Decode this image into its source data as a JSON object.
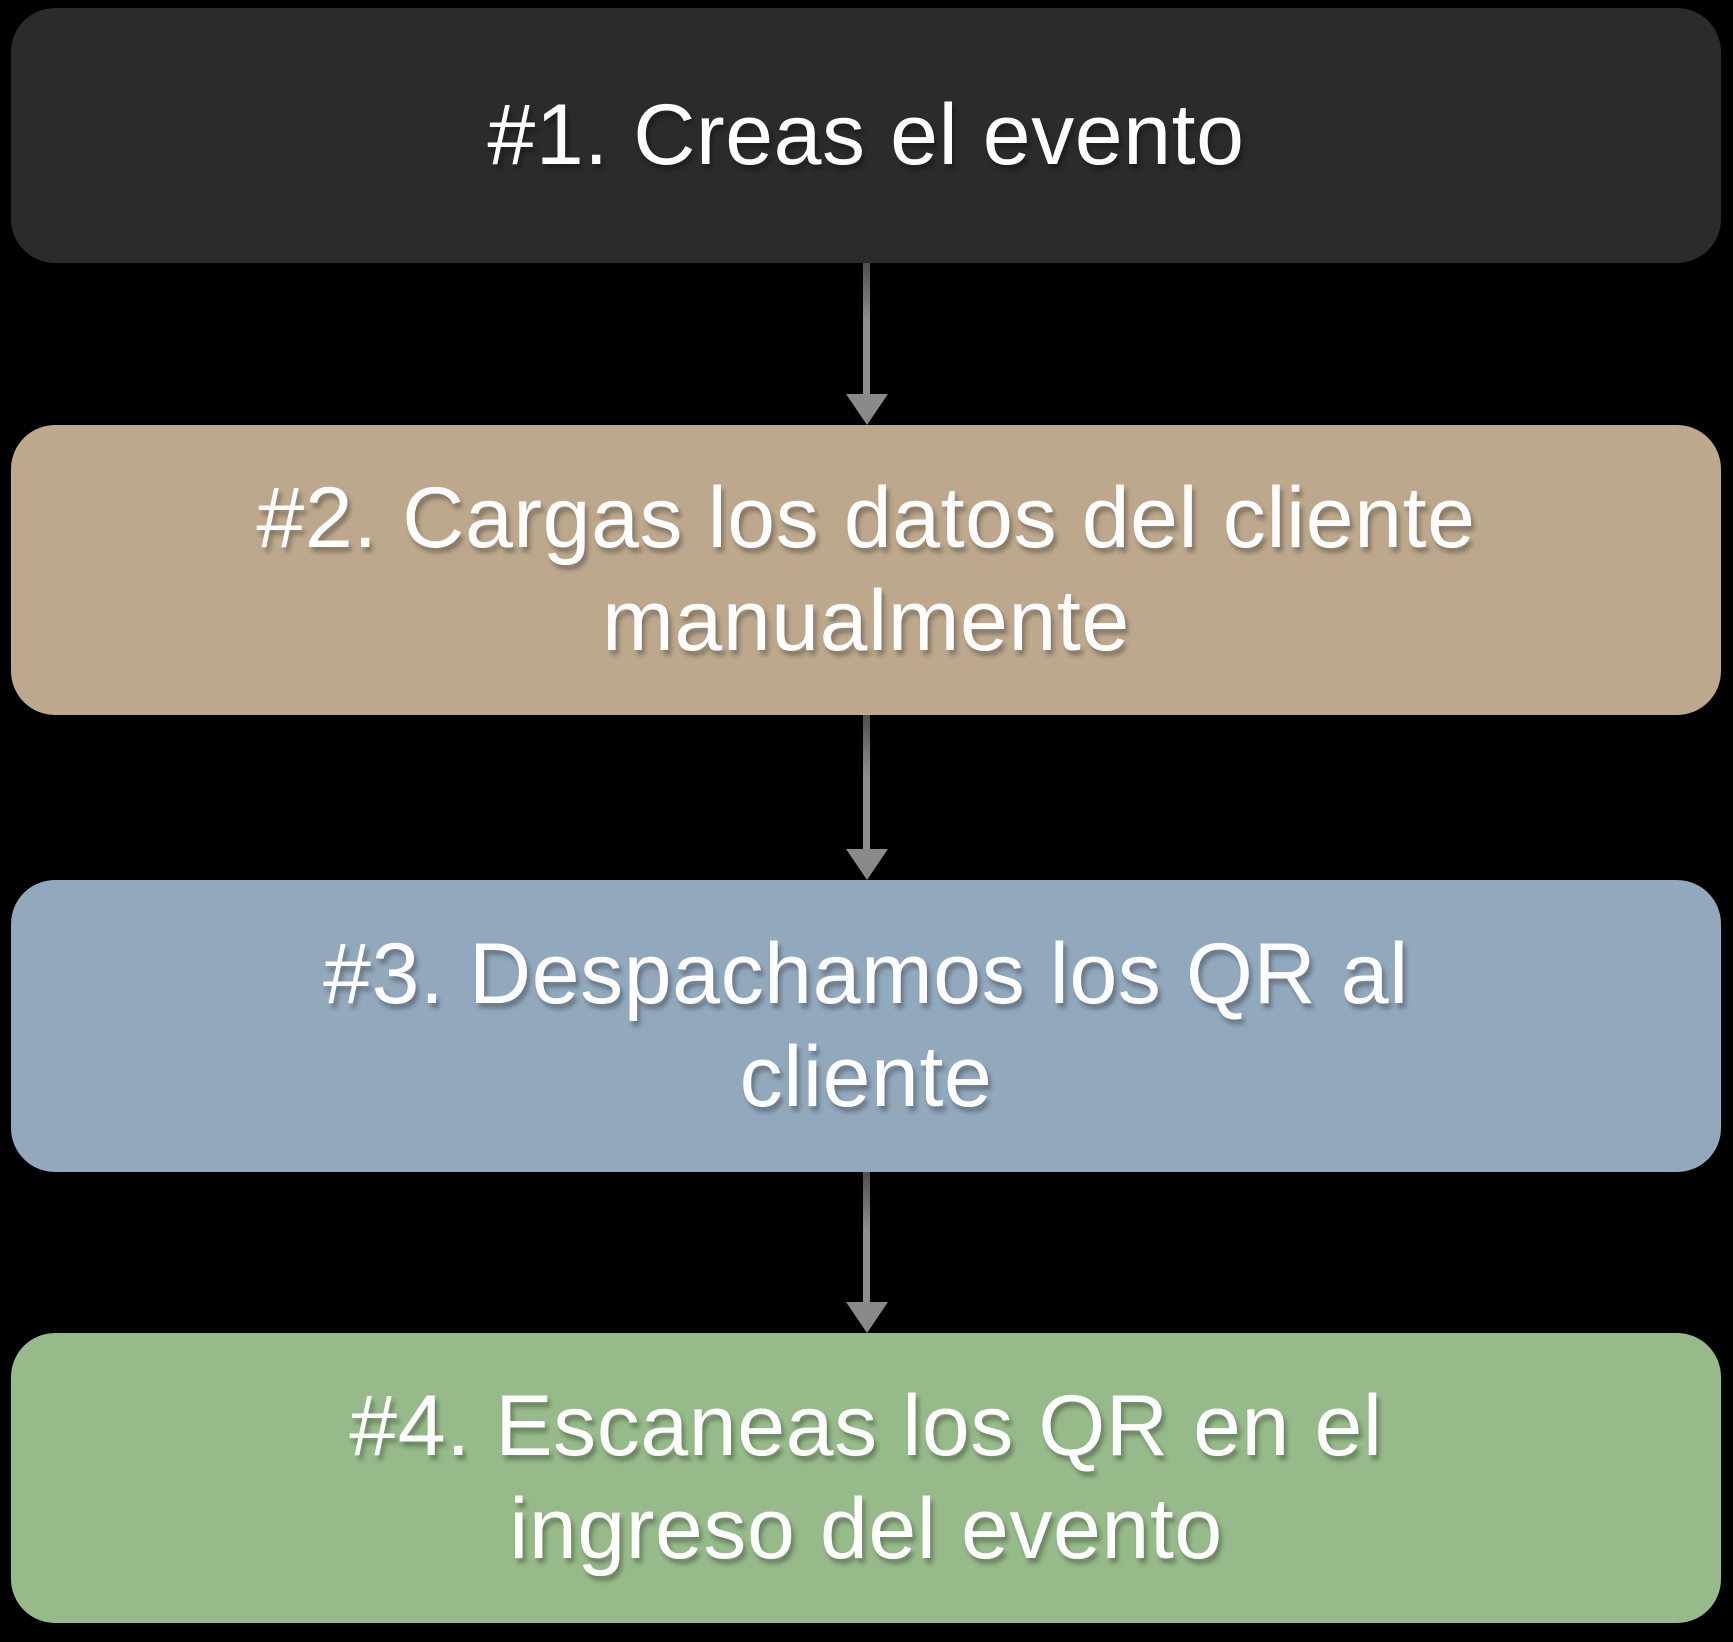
{
  "background_color": "#000000",
  "connector": {
    "color": "#8a8a8a",
    "direction": "down",
    "count": 3
  },
  "steps": [
    {
      "label": "#1. Creas el evento",
      "lines": [
        "#1. Creas el evento"
      ],
      "bg_color": "#2b2b2d",
      "text_color": "#fdfdfd"
    },
    {
      "label": "#2. Cargas los datos del cliente manualmente",
      "lines": [
        "#2. Cargas los datos del cliente",
        "manualmente"
      ],
      "bg_color": "#bda88d",
      "text_color": "#fdfdfd"
    },
    {
      "label": "#3. Despachamos los QR al cliente",
      "lines": [
        "#3. Despachamos los QR al",
        "cliente"
      ],
      "bg_color": "#92a8bd",
      "text_color": "#fdfdfd"
    },
    {
      "label": "#4. Escaneas los QR en el ingreso del evento",
      "lines": [
        "#4. Escaneas los QR en el",
        "ingreso del evento"
      ],
      "bg_color": "#96ba89",
      "text_color": "#fdfdfd"
    }
  ]
}
